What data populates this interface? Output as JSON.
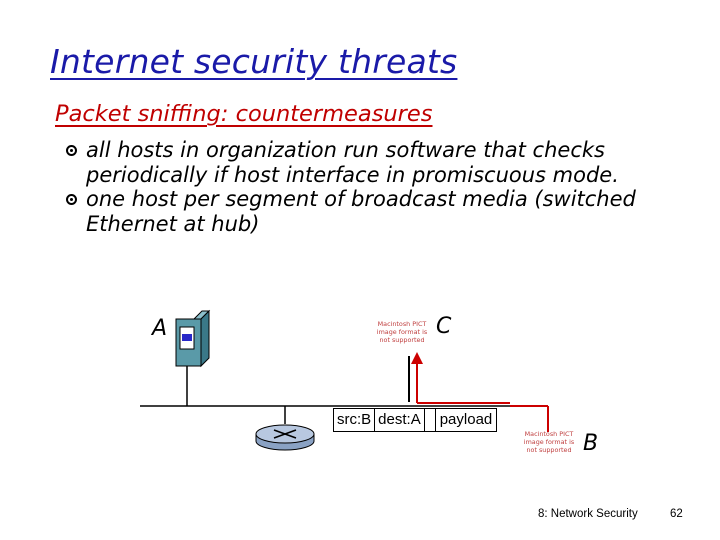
{
  "slide": {
    "title": "Internet security threats",
    "subtitle": "Packet sniffing: countermeasures"
  },
  "bullets": [
    "all hosts in organization run software that checks periodically if host interface in promiscuous mode.",
    "one host per segment of broadcast media (switched Ethernet at hub)"
  ],
  "diagram": {
    "hosts": {
      "a": "A",
      "b": "B",
      "c": "C"
    },
    "pict_note": "Macintosh PICT image format is not supported",
    "packet": {
      "src": "src:B",
      "dest": "dest:A",
      "payload": "payload"
    },
    "colors": {
      "sniff_path": "#cc0000",
      "bus": "#000000",
      "computer_body": "#5a9aa8"
    }
  },
  "footer": {
    "course": "8: Network Security",
    "page": "62"
  }
}
